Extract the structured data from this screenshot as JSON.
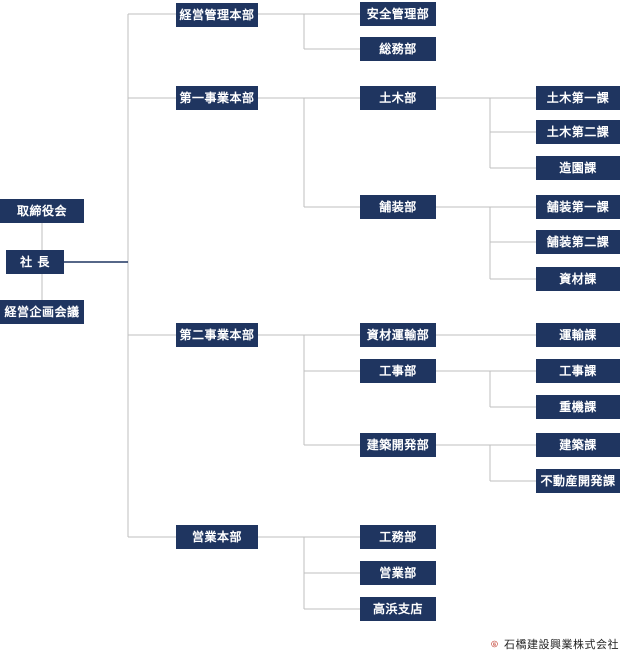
{
  "org": {
    "left": {
      "board": "取締役会",
      "president": "社 長",
      "council": "経営企画会議"
    },
    "keiei": {
      "name": "経営管理本部",
      "departments": [
        "安全管理部",
        "総務部"
      ]
    },
    "jigyo1": {
      "name": "第一事業本部",
      "doboku": {
        "name": "土木部",
        "sections": [
          "土木第一課",
          "土木第二課",
          "造園課"
        ]
      },
      "hoso": {
        "name": "舗装部",
        "sections": [
          "舗装第一課",
          "舗装第二課",
          "資材課"
        ]
      }
    },
    "jigyo2": {
      "name": "第二事業本部",
      "shizai": {
        "name": "資材運輸部",
        "sections": [
          "運輸課"
        ]
      },
      "koji": {
        "name": "工事部",
        "sections": [
          "工事課",
          "重機課"
        ]
      },
      "kenchiku": {
        "name": "建築開発部",
        "sections": [
          "建築課",
          "不動産開発課"
        ]
      }
    },
    "eigyo": {
      "name": "営業本部",
      "departments": [
        "工務部",
        "営業部",
        "高浜支店"
      ]
    }
  },
  "footer": {
    "company": "石橋建設興業株式会社"
  },
  "colors": {
    "box": "#1f3560",
    "line": "#bfbfbf",
    "president_line": "#1f3560",
    "logo": "#c0392b"
  }
}
